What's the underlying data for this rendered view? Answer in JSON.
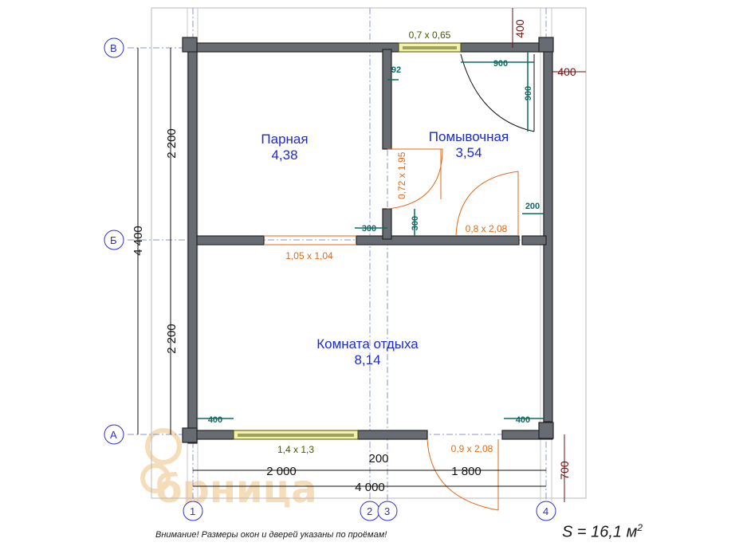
{
  "axes": {
    "rows": [
      "В",
      "Б",
      "А"
    ],
    "cols": [
      "1",
      "2",
      "3",
      "4"
    ]
  },
  "rooms": [
    {
      "name": "Парная",
      "area": "4,38"
    },
    {
      "name": "Помывочная",
      "area": "3,54"
    },
    {
      "name": "Комната отдыха",
      "area": "8,14"
    }
  ],
  "openings": {
    "window_top": "0,7 x 0,65",
    "window_bottom": "1,4 x 1,3",
    "door_partition": "0,72 x 1,95",
    "door_bath": "0,8 x 2,08",
    "door_entry": "0,9 x 2,08",
    "passage_rest": "1,05 x 1,04"
  },
  "dimensions": {
    "left_total": "4 400",
    "left_upper": "2 200",
    "left_lower": "2 200",
    "bottom_left": "2 000",
    "bottom_mid": "200",
    "bottom_right": "1 800",
    "bottom_total": "4 000",
    "top_ext": "400",
    "right_ext": "400",
    "porch_ext": "700",
    "door_swing_h": "900",
    "door_swing_v": "900",
    "wall_92": "92",
    "offset_300_h": "300",
    "offset_300_v": "300",
    "offset_200": "200",
    "corner_left": "400",
    "corner_right": "400"
  },
  "footer": {
    "note": "Внимание! Размеры окон и дверей указаны по проёмам!",
    "area_label": "S = 16,1 м",
    "area_sup": "2"
  },
  "watermark": {
    "text": "брница"
  },
  "colors": {
    "wall": "#676b72",
    "room_text": "#1b2ad1",
    "opening_text": "#e06a1a",
    "teal_dim": "#0d6b63"
  }
}
